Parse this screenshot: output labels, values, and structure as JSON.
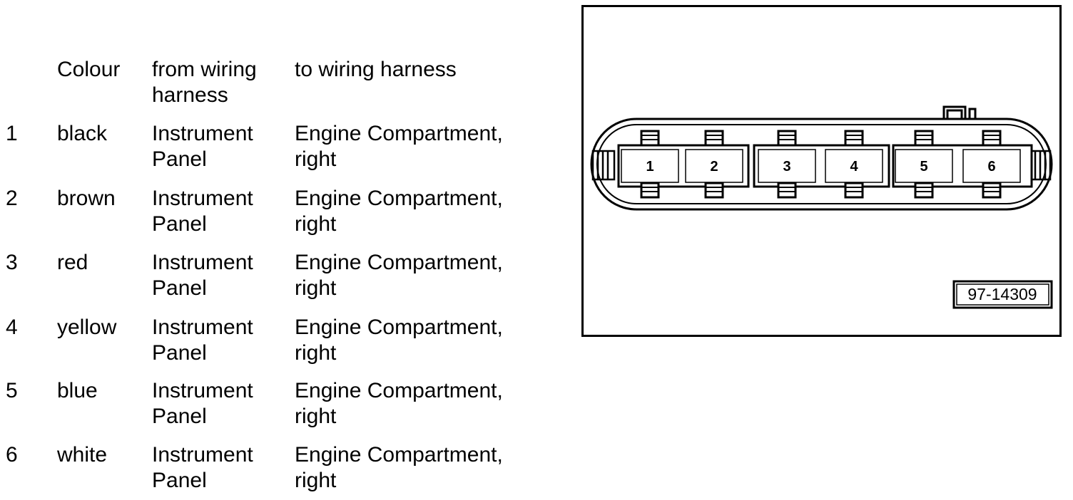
{
  "table": {
    "headers": {
      "colour": "Colour",
      "from": [
        "from wiring",
        "harness"
      ],
      "to": "to wiring harness"
    },
    "rows": [
      {
        "pin": "1",
        "colour": "black",
        "from": [
          "Instrument",
          "Panel"
        ],
        "to": [
          "Engine Compartment,",
          "right"
        ]
      },
      {
        "pin": "2",
        "colour": "brown",
        "from": [
          "Instrument",
          "Panel"
        ],
        "to": [
          "Engine Compartment,",
          "right"
        ]
      },
      {
        "pin": "3",
        "colour": "red",
        "from": [
          "Instrument",
          "Panel"
        ],
        "to": [
          "Engine Compartment,",
          "right"
        ]
      },
      {
        "pin": "4",
        "colour": "yellow",
        "from": [
          "Instrument",
          "Panel"
        ],
        "to": [
          "Engine Compartment,",
          "right"
        ]
      },
      {
        "pin": "5",
        "colour": "blue",
        "from": [
          "Instrument",
          "Panel"
        ],
        "to": [
          "Engine Compartment,",
          "right"
        ]
      },
      {
        "pin": "6",
        "colour": "white",
        "from": [
          "Instrument",
          "Panel"
        ],
        "to": [
          "Engine Compartment,",
          "right"
        ]
      }
    ]
  },
  "connector": {
    "pins": [
      "1",
      "2",
      "3",
      "4",
      "5",
      "6"
    ],
    "figure_id": "97-14309"
  }
}
